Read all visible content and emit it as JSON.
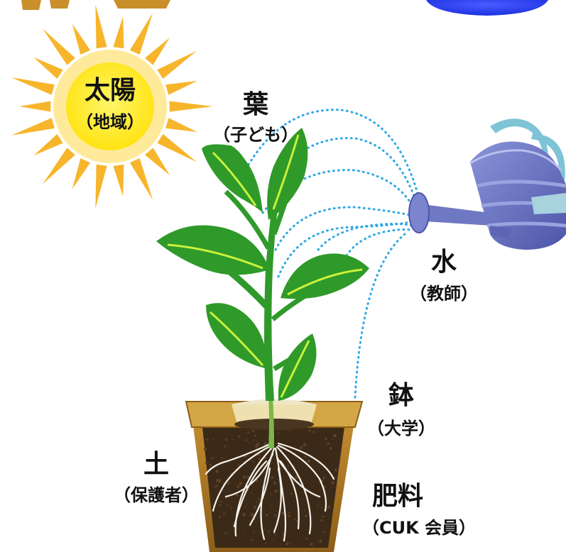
{
  "labels": {
    "sun": {
      "main": "太陽",
      "sub": "（地域）"
    },
    "leaf": {
      "main": "葉",
      "sub": "（子ども）"
    },
    "water": {
      "main": "水",
      "sub": "（教師）"
    },
    "pot": {
      "main": "鉢",
      "sub": "（大学）"
    },
    "soil": {
      "main": "土",
      "sub": "（保護者）"
    },
    "fertilizer": {
      "main": "肥料",
      "sub": "（CUK 会員）"
    }
  },
  "colors": {
    "sun_rays": "#f7b52c",
    "sun_core": "#ffe90a",
    "leaf": "#2f9a2a",
    "leaf_highlight": "#c9f23a",
    "soil": "#3c2a18",
    "pot_rim": "#c99a3a",
    "pot_body": "#b07a25",
    "water_dots": "#2ea8e6",
    "watering_can": "#6f78c2",
    "moon_blue": "#1a2fe0"
  },
  "icons": [
    "sun-icon",
    "plant-icon",
    "watering-can-icon",
    "pot-icon"
  ]
}
